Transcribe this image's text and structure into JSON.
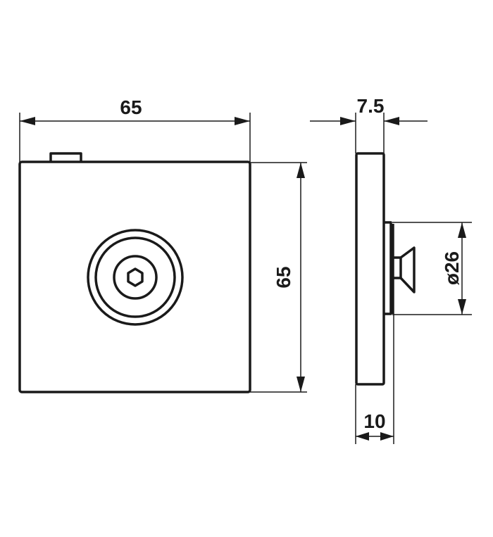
{
  "drawing": {
    "front_view": {
      "width_label": "65",
      "height_label": "65"
    },
    "side_view": {
      "plate_depth_label": "7.5",
      "total_depth_label": "10",
      "knob_diameter_label": "ø26"
    },
    "colors": {
      "line": "#1a1a1a",
      "background": "#ffffff"
    }
  }
}
